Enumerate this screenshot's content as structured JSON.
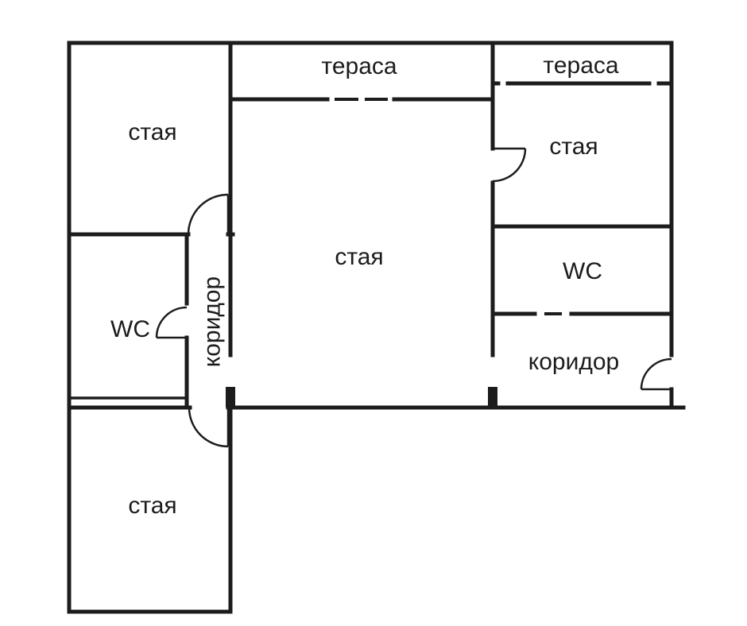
{
  "floorplan": {
    "labels": {
      "room_top_left": "стая",
      "terrace_center": "тераса",
      "terrace_right": "тераса",
      "room_right": "стая",
      "room_center": "стая",
      "wc_right": "WC",
      "corridor_right": "коридор",
      "wc_left": "WC",
      "corridor_center": "коридор",
      "room_bottom_left": "стая"
    },
    "colors": {
      "background": "#ffffff",
      "walls": "#1c1c1c",
      "text": "#1c1c1c"
    }
  }
}
